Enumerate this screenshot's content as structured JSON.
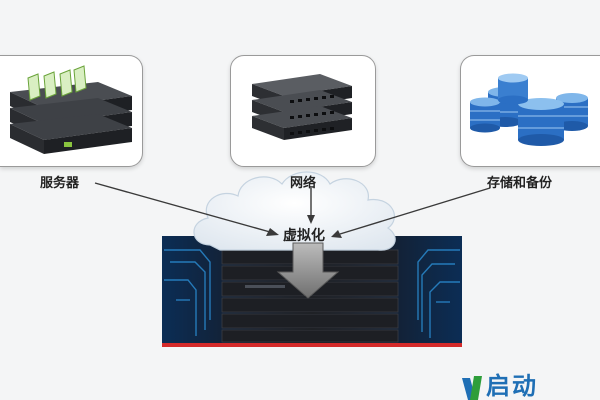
{
  "labels": {
    "servers": "服务器",
    "network": "网络",
    "storage": "存储和备份",
    "virtualization": "虚拟化"
  },
  "logo": {
    "text": "启动",
    "colors": {
      "mark_green": "#2e9e3a",
      "mark_blue": "#1f6fb5",
      "text_blue": "#1f6fb5"
    }
  },
  "icons": [
    "server-rack-icon",
    "network-switch-icon",
    "database-storage-icon",
    "down-arrow-icon"
  ],
  "colors": {
    "background": "#f4f5f6",
    "card_border": "#9a9a9a",
    "cloud": "#e8eef4",
    "server_panel": "#1a2230",
    "accent_blue": "#2b8fd6",
    "accent_red": "#d42a2a",
    "arrow_gray": "#8a8a8a"
  }
}
